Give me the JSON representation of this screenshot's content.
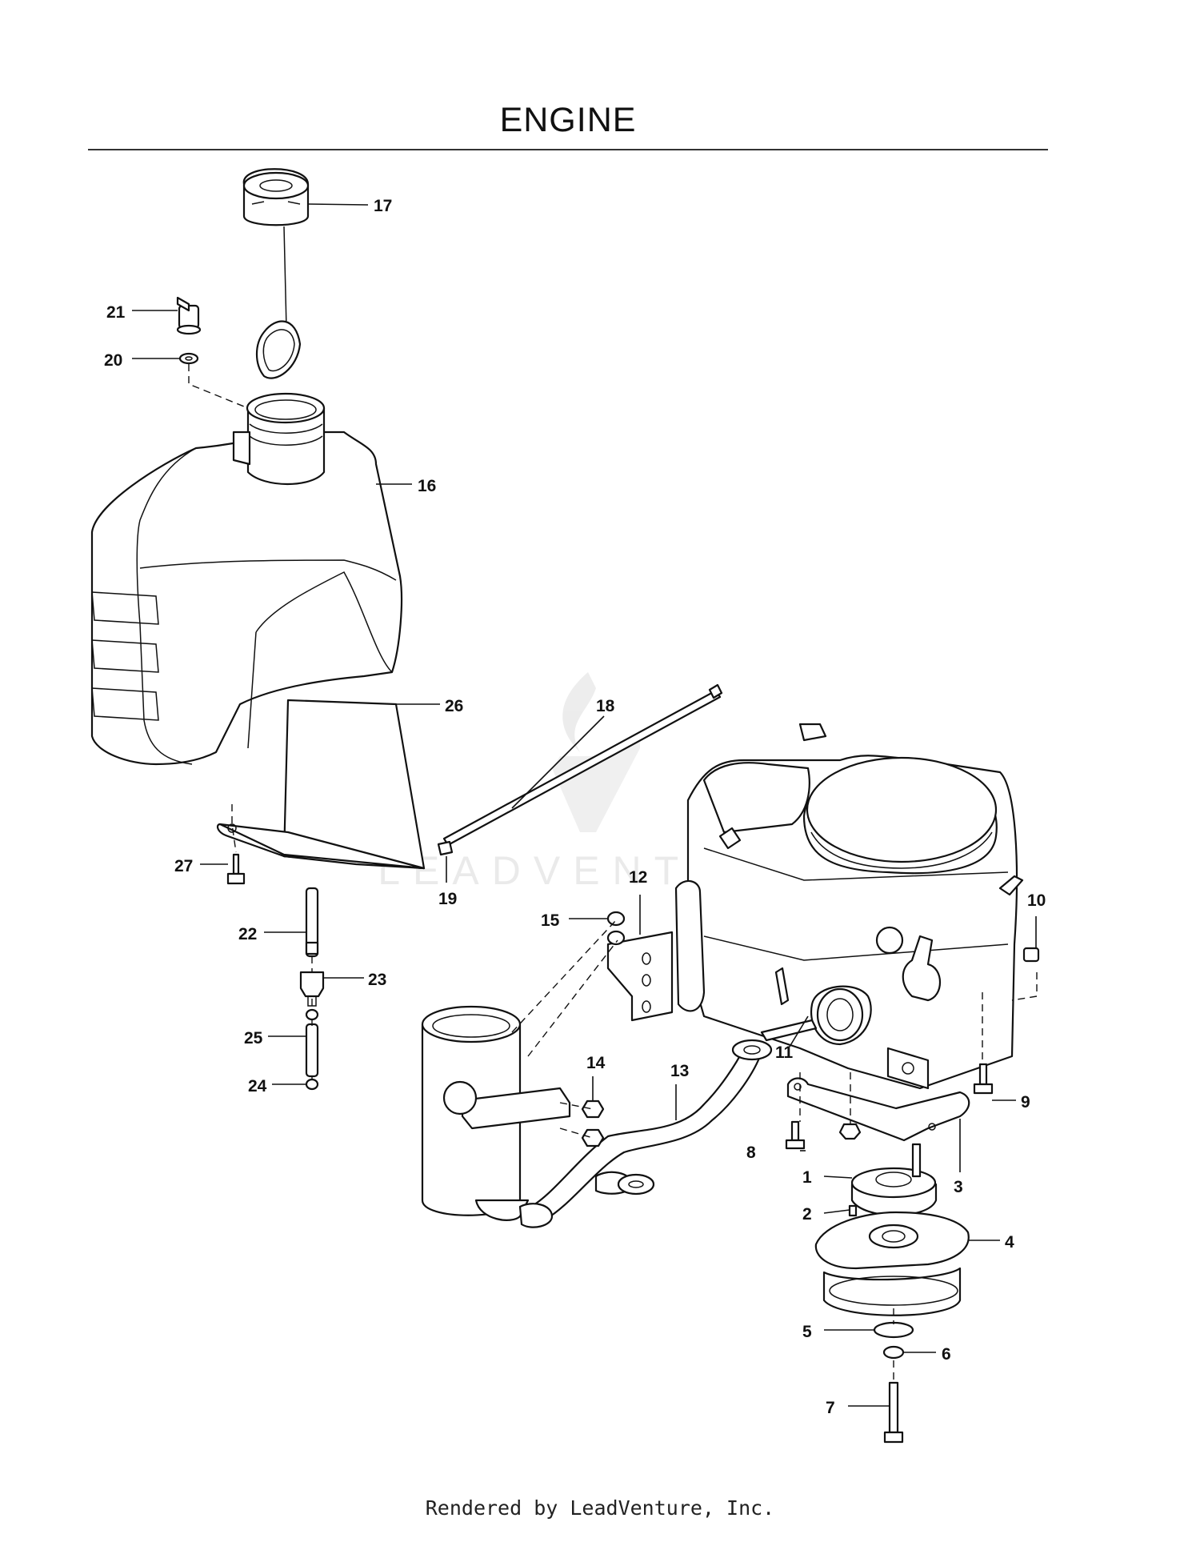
{
  "title": "ENGINE",
  "footer": "Rendered by LeadVenture, Inc.",
  "watermark": "LEADVENTURE",
  "callouts": [
    {
      "id": "c1",
      "label": "1"
    },
    {
      "id": "c2",
      "label": "2"
    },
    {
      "id": "c3",
      "label": "3"
    },
    {
      "id": "c4",
      "label": "4"
    },
    {
      "id": "c5",
      "label": "5"
    },
    {
      "id": "c6",
      "label": "6"
    },
    {
      "id": "c7",
      "label": "7"
    },
    {
      "id": "c8",
      "label": "8"
    },
    {
      "id": "c9",
      "label": "9"
    },
    {
      "id": "c10",
      "label": "10"
    },
    {
      "id": "c11",
      "label": "11"
    },
    {
      "id": "c12",
      "label": "12"
    },
    {
      "id": "c13",
      "label": "13"
    },
    {
      "id": "c14",
      "label": "14"
    },
    {
      "id": "c15",
      "label": "15"
    },
    {
      "id": "c16",
      "label": "16"
    },
    {
      "id": "c17",
      "label": "17"
    },
    {
      "id": "c18",
      "label": "18"
    },
    {
      "id": "c19",
      "label": "19"
    },
    {
      "id": "c20",
      "label": "20"
    },
    {
      "id": "c21",
      "label": "21"
    },
    {
      "id": "c22",
      "label": "22"
    },
    {
      "id": "c23",
      "label": "23"
    },
    {
      "id": "c24",
      "label": "24"
    },
    {
      "id": "c25",
      "label": "25"
    },
    {
      "id": "c26",
      "label": "26"
    },
    {
      "id": "c27",
      "label": "27"
    }
  ]
}
